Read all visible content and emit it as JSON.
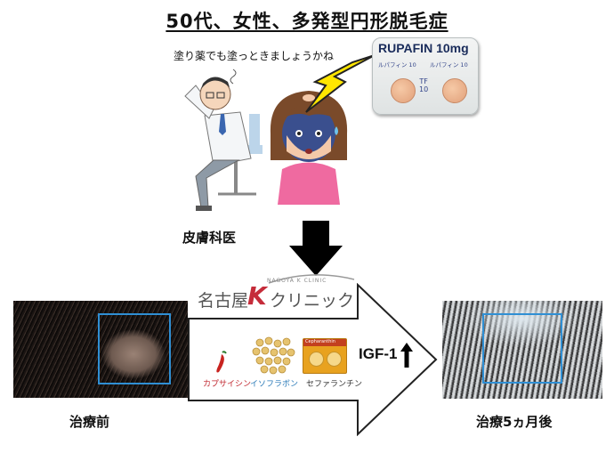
{
  "title": "50代、女性、多発型円形脱毛症",
  "speech": "塗り薬でも塗っときましょうかね",
  "doctor_caption": "皮膚科医",
  "pack": {
    "brand": "RUPAFIN 10mg",
    "small_left": "ルパフィン 10",
    "small_right": "ルパフィン 10",
    "tf": "TF",
    "tf_num": "10"
  },
  "clinic": {
    "name_left": "名古屋",
    "logo_letter": "K",
    "name_right": "クリニック",
    "logo_sub": "NAGOYA K CLINIC"
  },
  "treatments": {
    "capsaicin": "カプサイシン",
    "isoflavone": "イソフラボン",
    "cepharanthine": "セファランチン",
    "ceph_pack_text": "Cepharanthin"
  },
  "igf": "IGF-1",
  "captions": {
    "before": "治療前",
    "after": "治療5ヵ月後"
  },
  "colors": {
    "box_border": "#2f8fd4",
    "capsaicin_text": "#c0262e",
    "isoflavone_text": "#2a7ab8",
    "logo_accent": "#c52c3a"
  }
}
